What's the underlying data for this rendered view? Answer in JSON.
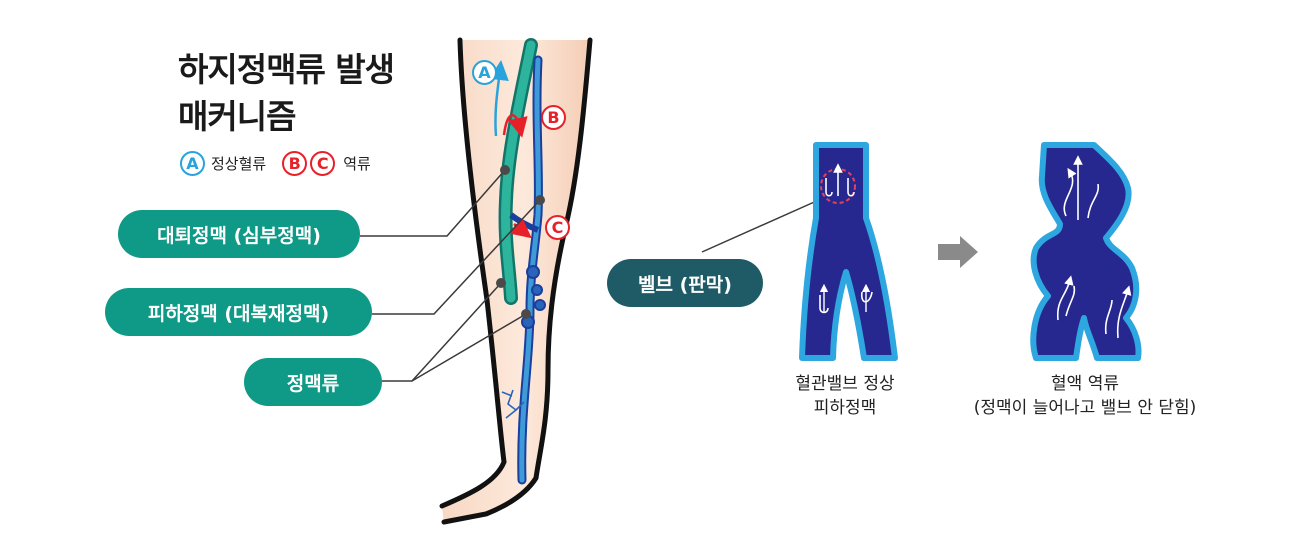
{
  "title": {
    "line1": "하지정맥류 발생",
    "line2": "매커니즘"
  },
  "legend": {
    "a_letter": "A",
    "a_text": "정상혈류",
    "b_letter": "B",
    "c_letter": "C",
    "bc_text": "역류"
  },
  "markers": {
    "a": "A",
    "b": "B",
    "c": "C"
  },
  "labels": {
    "femoral_vein": "대퇴정맥 (심부정맥)",
    "saphenous_vein": "피하정맥 (대복재정맥)",
    "varicose": "정맥류",
    "valve": "벨브 (판막)"
  },
  "captions": {
    "normal_line1": "혈관밸브 정상",
    "normal_line2": "피하정맥",
    "reflux_line1": "혈액 역류",
    "reflux_line2": "(정맥이 늘어나고 밸브 안 닫힘)"
  },
  "colors": {
    "accent_green": "#0e9a86",
    "label_dark": "#1f5b66",
    "vein_navy": "#27288f",
    "vein_outline": "#2ea7e0",
    "normal_flow": "#29a3dc",
    "reflux": "#e8202a"
  }
}
